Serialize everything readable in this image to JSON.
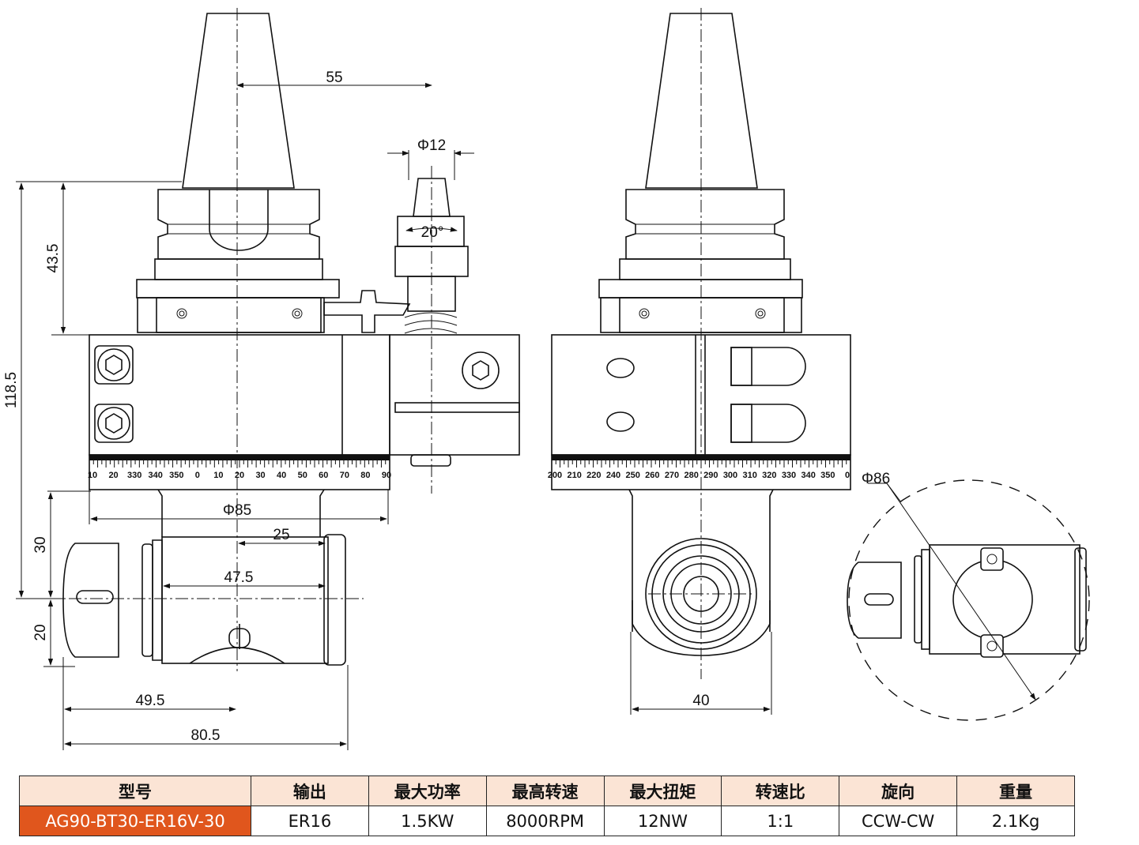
{
  "dimensions": {
    "d55": "55",
    "phi12": "Φ12",
    "angle20": "20°",
    "d43_5": "43.5",
    "d118_5": "118.5",
    "phi85": "Φ85",
    "d25": "25",
    "d47_5": "47.5",
    "d30": "30",
    "d20": "20",
    "d49_5": "49.5",
    "d80_5": "80.5",
    "d40": "40",
    "phi86": "Φ86"
  },
  "scale_left": [
    "10",
    "20",
    "330",
    "340",
    "350",
    "0",
    "10",
    "20",
    "30",
    "40",
    "50",
    "60",
    "70",
    "80",
    "90"
  ],
  "scale_right": [
    "200",
    "210",
    "220",
    "240",
    "250",
    "260",
    "270",
    "280",
    "290",
    "300",
    "310",
    "320",
    "330",
    "340",
    "350",
    "0"
  ],
  "table": {
    "headers": [
      "型号",
      "输出",
      "最大功率",
      "最高转速",
      "最大扭矩",
      "转速比",
      "旋向",
      "重量"
    ],
    "row": [
      "AG90-BT30-ER16V-30",
      "ER16",
      "1.5KW",
      "8000RPM",
      "12NW",
      "1:1",
      "CCW-CW",
      "2.1Kg"
    ]
  },
  "colors": {
    "header_bg": "#fbe4d5",
    "model_bg": "#e0561d",
    "model_text": "#ffffff"
  }
}
